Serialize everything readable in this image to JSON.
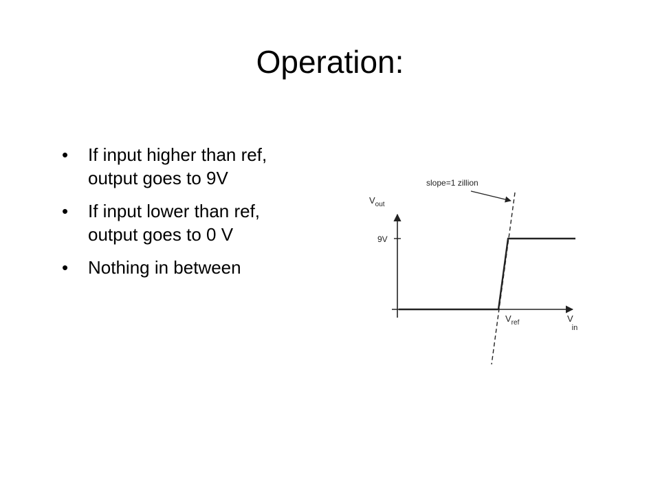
{
  "slide": {
    "title": "Operation:",
    "bullets": [
      {
        "line1": "If input higher than ref,",
        "line2": "output goes to 9V"
      },
      {
        "line1": "If input lower than ref,",
        "line2": "output goes to 0 V"
      },
      {
        "line1": "Nothing in between",
        "line2": ""
      }
    ],
    "bullet_glyph": "•"
  },
  "diagram": {
    "annotation": "slope=1 zillion",
    "y_axis_label": "V",
    "y_axis_sub": "out",
    "x_axis_label": "V",
    "x_axis_sub": "in",
    "ref_label": "V",
    "ref_sub": "ref",
    "tick_label_9v": "9V",
    "line_color": "#222222",
    "high_level_value": 9,
    "low_level_value": 0
  }
}
